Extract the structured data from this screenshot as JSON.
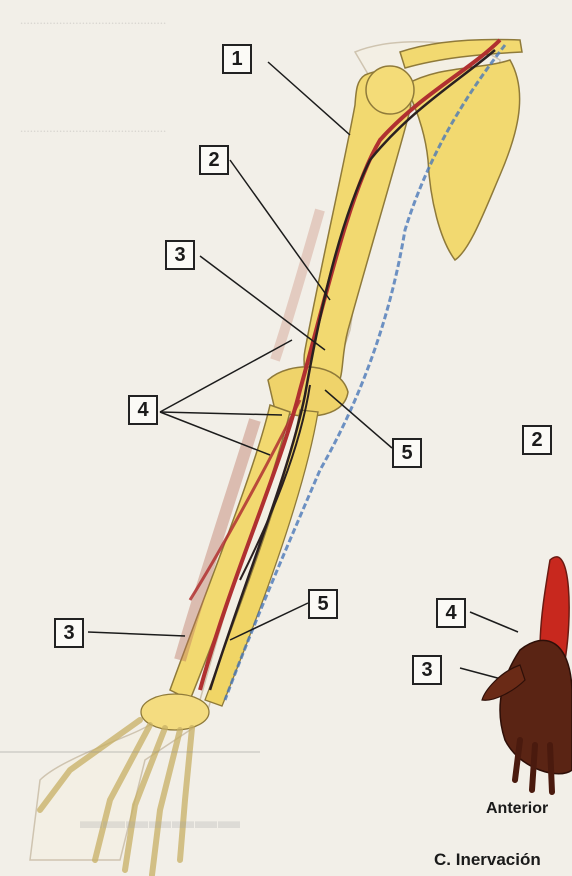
{
  "labels": {
    "l1": "1",
    "l2": "2",
    "l3a": "3",
    "l4": "4",
    "l5a": "5",
    "l5b": "5",
    "l3b": "3",
    "r2": "2",
    "r4": "4",
    "r3": "3"
  },
  "captions": {
    "view": "Anterior",
    "section": "C. Inervación"
  },
  "colors": {
    "bone": "#f2d970",
    "artery": "#b03030",
    "vein": "#4a78b8",
    "nerve": "#2a2020",
    "muscle_red": "#c8281e",
    "hand_brown": "#5a2414"
  }
}
